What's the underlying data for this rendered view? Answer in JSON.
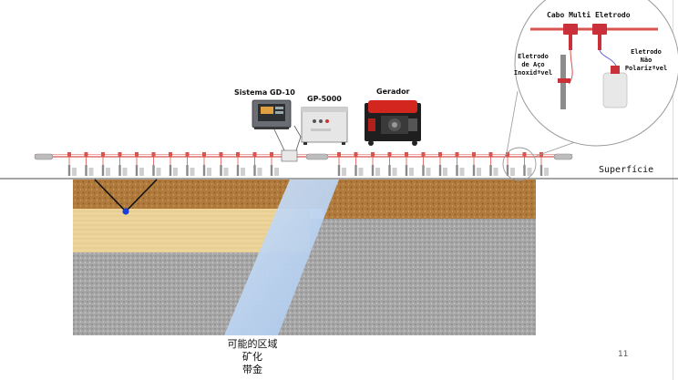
{
  "equipment": {
    "system_label": "Sistema GD-10",
    "source_label": "GP-5000",
    "generator_label": "Gerador"
  },
  "inset": {
    "title": "Cabo Multi Eletrodo",
    "steel_label": [
      "Eletrodo",
      "de Aço",
      "Inoxidªvel"
    ],
    "nonpol_label": [
      "Eletrodo",
      "Não",
      "Polarizªvel"
    ]
  },
  "surface_label": "Superfície",
  "zone_label": [
    "可能的区域",
    "矿化",
    "带金"
  ],
  "page_number": "11",
  "colors": {
    "cable": "#d9534f",
    "electrode": "#cfcfcf",
    "topsoil": "#b4813f",
    "sand": "#ecd6a0",
    "rock": "#a9a9a9",
    "vein": "#b9d3ee",
    "marker": "#1a3fd8"
  }
}
